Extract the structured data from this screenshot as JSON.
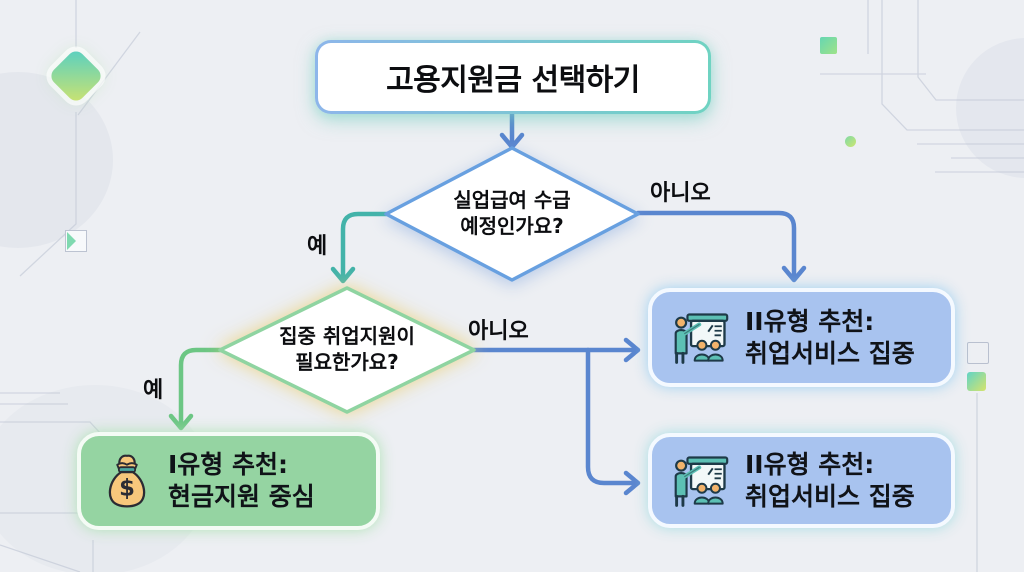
{
  "flow": {
    "title": "고용지원금 선택하기",
    "decisions": [
      {
        "id": "unemployment-benefit",
        "line1": "실업급여 수급",
        "line2": "예정인가요?"
      },
      {
        "id": "intensive-support",
        "line1": "집중 취업지원이",
        "line2": "필요한가요?"
      }
    ],
    "edge_labels": {
      "d1_yes": "예",
      "d1_no": "아니오",
      "d2_yes": "예",
      "d2_no": "아니오"
    },
    "outcomes": [
      {
        "id": "type1",
        "icon": "money-bag-icon",
        "line1": "I유형 추천:",
        "line2": "현금지원 중심"
      },
      {
        "id": "type2a",
        "icon": "presentation-icon",
        "line1": "II유형 추천:",
        "line2": "취업서비스 집중"
      },
      {
        "id": "type2b",
        "icon": "presentation-icon",
        "line1": "II유형 추천:",
        "line2": "취업서비스 집중"
      }
    ]
  },
  "colors": {
    "background": "#edeff3",
    "arrow_blue": "#5a86cf",
    "arrow_teal": "#43b3a9",
    "arrow_green": "#6cc684",
    "diamond1_border": "#68a0e0",
    "diamond2_border": "#8fd4a1",
    "outcome_green_bg": "#95d4a2",
    "outcome_blue_bg": "#a8c3ef",
    "title_border_left": "#8db6ea",
    "title_border_right": "#6fd3c2"
  }
}
